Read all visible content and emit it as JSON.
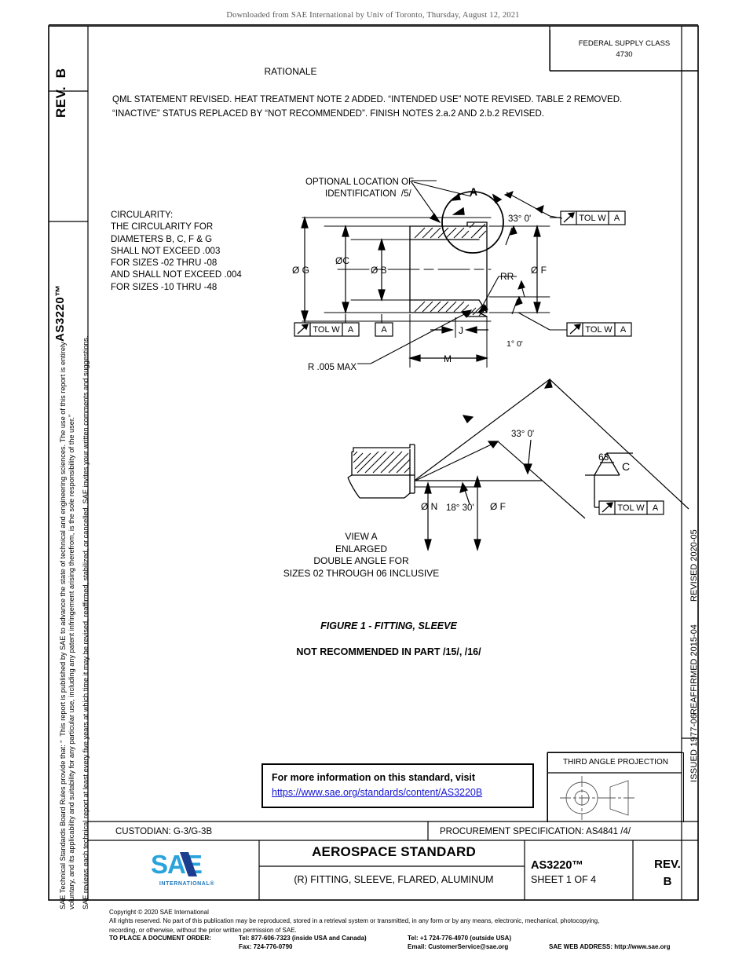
{
  "banner": {
    "text": "Downloaded from SAE International by Univ of Toronto, Thursday, August 12, 2021"
  },
  "header": {
    "rev_label": "REV.",
    "rev_value": "B",
    "doc_side_label": "AS3220™",
    "fsc_title": "FEDERAL SUPPLY CLASS",
    "fsc_value": "4730"
  },
  "rationale": {
    "title": "RATIONALE",
    "line1": "QML STATEMENT REVISED. HEAT TREATMENT NOTE 2 ADDED. “INTENDED USE” NOTE REVISED. TABLE 2 REMOVED.",
    "line2": "“INACTIVE” STATUS REPLACED BY “NOT RECOMMENDED”. FINISH NOTES 2.a.2 AND 2.b.2 REVISED."
  },
  "notes": {
    "circularity": [
      "CIRCULARITY:",
      "THE CIRCULARITY FOR",
      "DIAMETERS B, C, F & G",
      "SHALL NOT  EXCEED .003",
      "FOR SIZES -02 THRU -08",
      "AND SHALL  NOT  EXCEED .004",
      "FOR SIZES -10 THRU -48"
    ]
  },
  "drawing": {
    "labels": {
      "optional_location_1": "OPTIONAL LOCATION OF",
      "optional_location_2": "IDENTIFICATION  /5/",
      "view_marker": "A",
      "angle_33": "33° 0'",
      "angle_1": "1° 0'",
      "angle_18": "18° 30'",
      "dia_g": "Ø G",
      "dia_c": "ØC",
      "dia_b": "Ø B",
      "dia_f": "Ø F",
      "dia_n": "Ø N",
      "rr": "RR",
      "j": "J",
      "m": "M",
      "radius_note": "R .005 MAX",
      "tol_box_label": "TOL W",
      "tol_box_datum": "A",
      "datum_a": "A",
      "finish_value": "63",
      "finish_letter": "C"
    },
    "view_a_caption": [
      "VIEW  A",
      "ENLARGED",
      "DOUBLE ANGLE  FOR",
      "SIZES 02 THROUGH 06  INCLUSIVE"
    ],
    "figure_caption": "FIGURE 1 - FITTING, SLEEVE",
    "not_recommended": "NOT RECOMMENDED IN PART /15/, /16/"
  },
  "sidebar_legal": {
    "line1": "SAE Technical Standards Board Rules provide that: “  This report is published by SAE to advance the state of technical and engineering sciences. The use of this report is entirely",
    "line2": "voluntary, and its applicability and suitability for any particular use, including any patent infringement arising therefrom, is the sole responsibility of the user.”",
    "line3": "SAE reviews each technical report at least every five years at which time it may be revised, reaffirmed, stabilized, or cancelled. SAE invites your written comments and suggestions."
  },
  "sidebar_dates": {
    "issued": "ISSUED 1977-06",
    "reaffirmed": "REAFFIRMED 2015-04",
    "revised": "REVISED 2020-05"
  },
  "more_info": {
    "line1": "For more information on this standard, visit",
    "link": "https://www.sae.org/standards/content/AS3220B"
  },
  "third_angle": {
    "title": "THIRD ANGLE PROJECTION"
  },
  "title_block": {
    "custodian": "CUSTODIAN: G-3/G-3B",
    "procurement": "PROCUREMENT SPECIFICATION:  AS4841  /4/",
    "standard_type": "AEROSPACE STANDARD",
    "standard_name": "(R) FITTING, SLEEVE, FLARED, ALUMINUM",
    "doc_number": "AS3220™",
    "sheet": "SHEET 1 OF 4",
    "rev_label": "REV.",
    "rev_value": "B",
    "logo_text": "SAE",
    "logo_sub": "INTERNATIONAL®"
  },
  "footer": {
    "copyright": "Copyright © 2020 SAE International",
    "rights1": "All rights reserved. No part of this publication may be reproduced, stored in a retrieval system or transmitted, in any form or by any means, electronic, mechanical, photocopying,",
    "rights2": "recording, or otherwise, without the prior written permission of SAE.",
    "order_label": "TO PLACE A DOCUMENT ORDER:",
    "tel_inside": "Tel: 877-606-7323 (inside USA and Canada)",
    "fax": "Fax: 724-776-0790",
    "tel_outside": "Tel: +1 724-776-4970 (outside USA)",
    "email": "Email: CustomerService@sae.org",
    "web": "SAE WEB ADDRESS: http://www.sae.org"
  },
  "colors": {
    "link": "#1414d2",
    "logo_blue": "#1b75bb",
    "logo_dark": "#1b3d8f",
    "ink": "#000000"
  }
}
